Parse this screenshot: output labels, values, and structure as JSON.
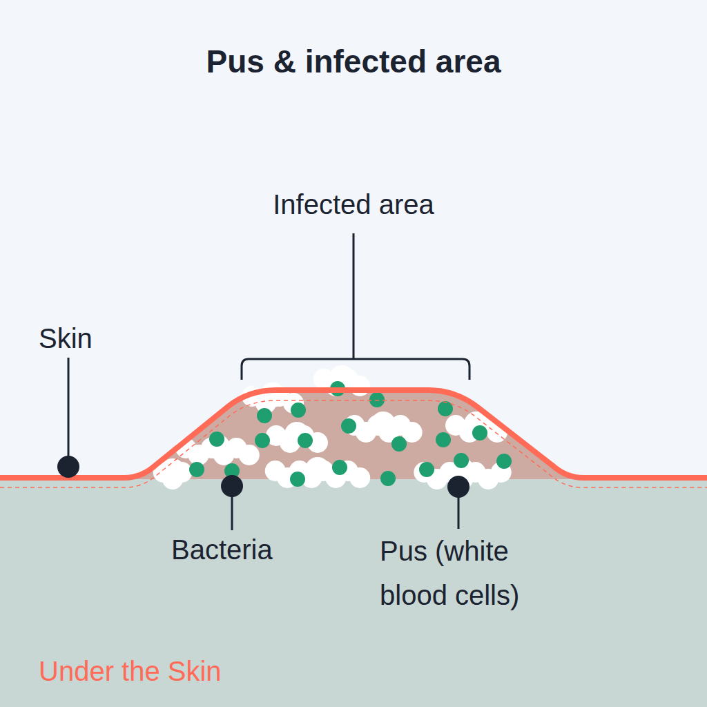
{
  "diagram": {
    "title": "Pus & infected area",
    "labels": [
      "Infected area",
      "Skin",
      "Bacteria",
      "Pus (white blood cells)",
      "Under the Skin"
    ]
  }
}
